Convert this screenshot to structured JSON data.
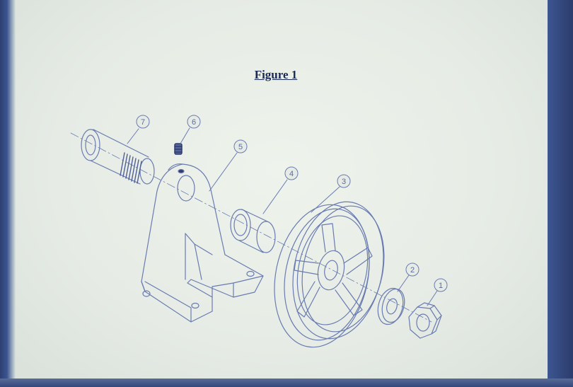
{
  "figure": {
    "title": "Figure 1"
  },
  "callouts": [
    {
      "id": "1",
      "part": "hex-nut"
    },
    {
      "id": "2",
      "part": "washer"
    },
    {
      "id": "3",
      "part": "pulley-wheel"
    },
    {
      "id": "4",
      "part": "bushing"
    },
    {
      "id": "5",
      "part": "bracket"
    },
    {
      "id": "6",
      "part": "set-screw"
    },
    {
      "id": "7",
      "part": "shaft-pin"
    }
  ],
  "colors": {
    "line": "#6a7bb0",
    "title": "#1a2a55",
    "paper": "#e6ece5"
  }
}
